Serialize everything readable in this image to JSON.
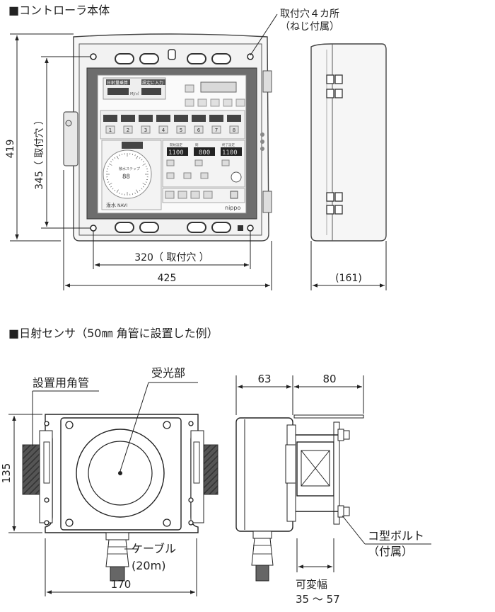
{
  "controller": {
    "heading": "■コントローラ本体",
    "mount_holes": "取付穴４カ所",
    "mount_holes_note": "（ねじ付属）",
    "height_total": "419",
    "height_holes": "345（ 取付穴 ）",
    "width_holes": "320（ 取付穴 ）",
    "width_total": "425",
    "depth": "(161)",
    "panel": {
      "day_count_label": "日射量乗算",
      "setting_label": "設定に入力",
      "counter_unit": "MJ/㎡",
      "start_label": "開始設定",
      "interval_label": "間",
      "finish_label": "終了設定",
      "digits_a": "1100",
      "digits_b": "800",
      "digits_c": "1100",
      "gauge_title": "散水ステップ",
      "gauge_digits": "88",
      "brand_jp": "潅水",
      "brand_en": "NAVI",
      "logo": "nippo",
      "steps": [
        "1",
        "2",
        "3",
        "4",
        "5",
        "6",
        "7",
        "8"
      ],
      "icon_names": [
        "lock-icon",
        "gear-icon",
        "up-arrow-icon",
        "down-arrow-icon",
        "power-icon"
      ]
    }
  },
  "sensor": {
    "heading": "■日射センサ（50㎜ 角管に設置した例）",
    "pipe_label": "設置用角管",
    "receiver_label": "受光部",
    "cable_label": "ケーブル",
    "cable_length": "(20m)",
    "height": "135",
    "width": "170",
    "side_a": "63",
    "side_b": "80",
    "bolt_label": "コ型ボルト",
    "bolt_note": "（付属）",
    "adjust_label": "可変幅",
    "adjust_range": "35 ～ 57"
  }
}
